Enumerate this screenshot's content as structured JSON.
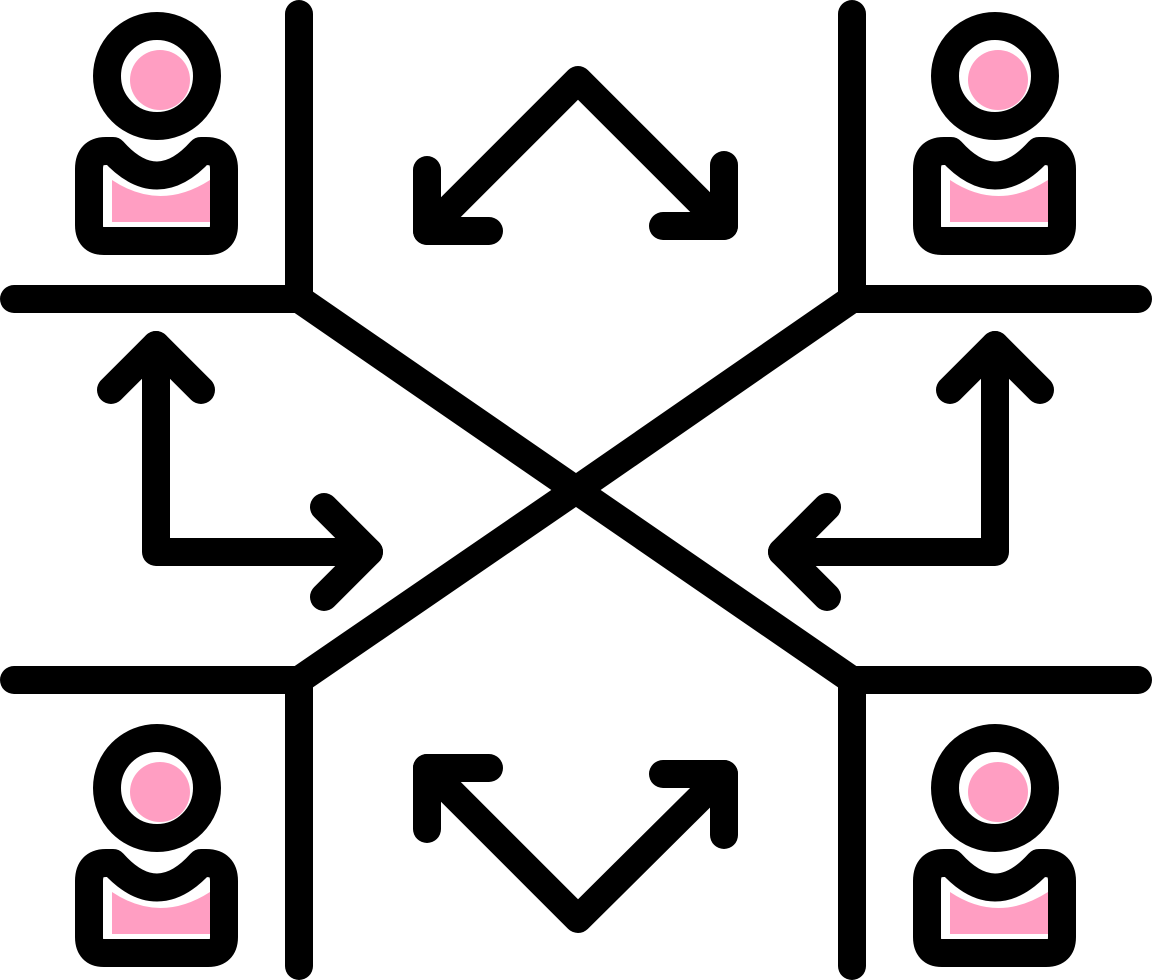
{
  "icon": {
    "name": "team-collaboration-exchange",
    "stroke_color": "#000000",
    "accent_color": "#ff9ec2",
    "background_color": "#ffffff",
    "users": [
      {
        "name": "user-top-left"
      },
      {
        "name": "user-top-right"
      },
      {
        "name": "user-bottom-left"
      },
      {
        "name": "user-bottom-right"
      }
    ],
    "arrows": [
      {
        "name": "arrow-top-bidirectional"
      },
      {
        "name": "arrow-left-bidirectional"
      },
      {
        "name": "arrow-right-bidirectional"
      },
      {
        "name": "arrow-bottom-bidirectional"
      }
    ]
  }
}
